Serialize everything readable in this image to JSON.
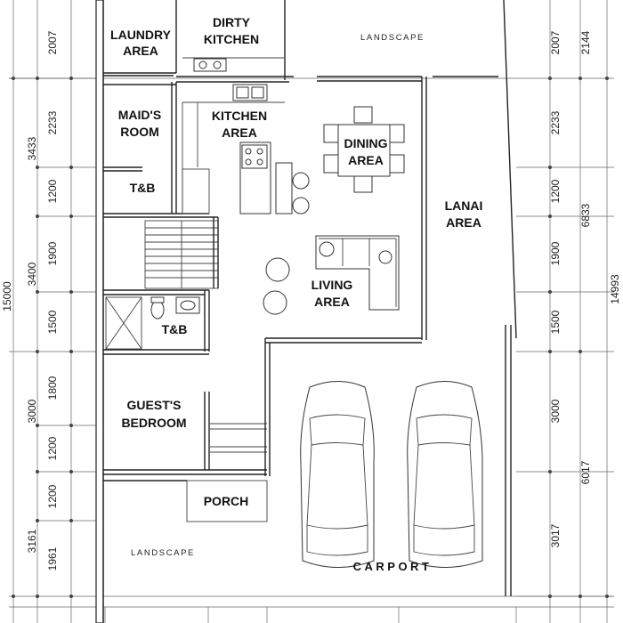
{
  "rooms": {
    "laundry": [
      "LAUNDRY",
      "AREA"
    ],
    "dirty_kitchen": [
      "DIRTY",
      "KITCHEN"
    ],
    "maids_room": [
      "MAID'S",
      "ROOM"
    ],
    "kitchen": [
      "KITCHEN",
      "AREA"
    ],
    "dining": [
      "DINING",
      "AREA"
    ],
    "tb_upper": "T&B",
    "lanai": [
      "LANAI",
      "AREA"
    ],
    "living": [
      "LIVING",
      "AREA"
    ],
    "tb_lower": "T&B",
    "guests_bedroom": [
      "GUEST'S",
      "BEDROOM"
    ],
    "porch": "PORCH",
    "carport": "CARPORT",
    "landscape_top": "LANDSCAPE",
    "landscape_bottom": "LANDSCAPE"
  },
  "dimensions": {
    "left_outer": [
      "15000"
    ],
    "left_mid": [
      "3433",
      "3400",
      "3000",
      "3161"
    ],
    "left_inner": [
      "2007",
      "2233",
      "1200",
      "1900",
      "1500",
      "1800",
      "1200",
      "1200",
      "1961"
    ],
    "right_inner": [
      "2007",
      "2233",
      "1200",
      "1900",
      "1500",
      "3000",
      "3017"
    ],
    "right_mid": [
      "2144",
      "6833",
      "6017"
    ],
    "right_outer": [
      "14993"
    ]
  }
}
